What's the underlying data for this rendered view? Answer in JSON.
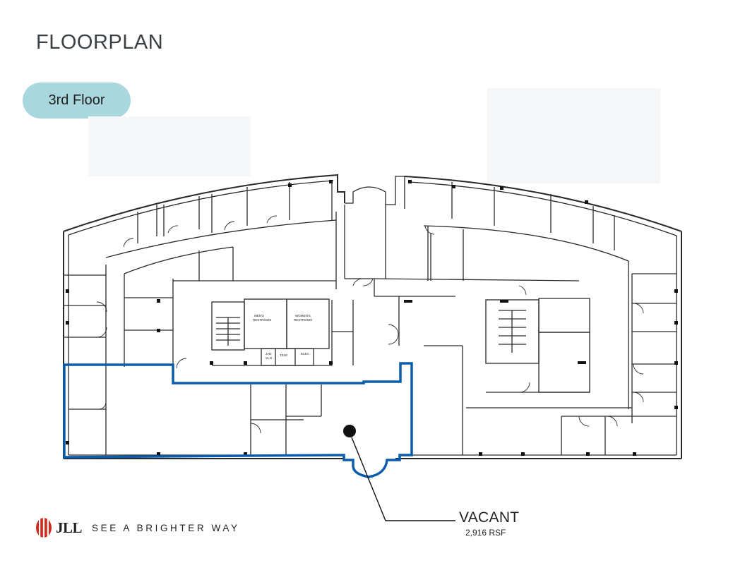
{
  "header": {
    "title": "FLOORPLAN"
  },
  "floor_selector": {
    "label": "3rd Floor"
  },
  "floorplan": {
    "room_labels": {
      "mens": [
        "MEN'S",
        "RESTROOM"
      ],
      "womens": [
        "WOMEN'S",
        "RESTROOM"
      ],
      "jan": [
        "JAN",
        "CLO"
      ],
      "tele": "TELE",
      "elec": "ELEC"
    },
    "vacancy": {
      "status": "VACANT",
      "area": "2,916 RSF"
    },
    "colors": {
      "vacant_outline": "#0a5cad",
      "walls": "#2a2a2a",
      "pill": "#a9d7de",
      "brand_red": "#d52b1e"
    }
  },
  "footer": {
    "brand": "JLL",
    "tagline": "SEE A BRIGHTER WAY",
    "logo_icon": "jll-logo-icon"
  }
}
